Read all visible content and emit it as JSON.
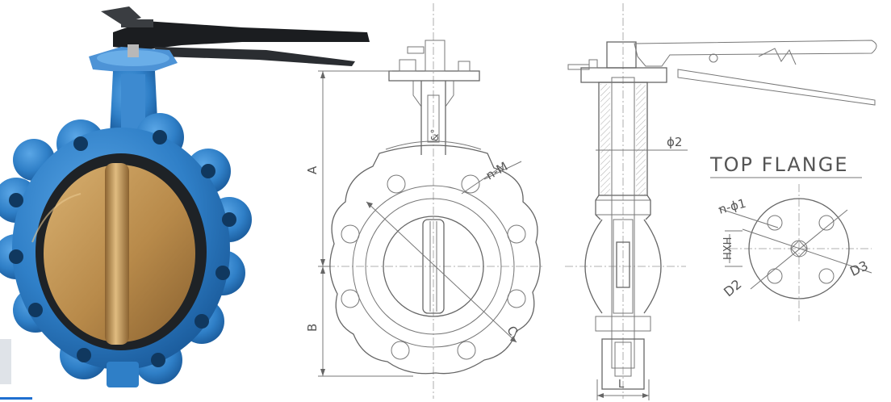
{
  "photo": {
    "body_color": "#2f7fc7",
    "disc_color": "#b88a4a",
    "liner_color": "#1e2226",
    "handle_color": "#1b1d20"
  },
  "front_view": {
    "label_A": "A",
    "label_B": "B",
    "label_C": "C",
    "label_nM": "n-M",
    "label_square": "&°"
  },
  "side_view": {
    "label_phi2": "ϕ2",
    "label_L": "L"
  },
  "top_flange": {
    "title": "TOP FLANGE",
    "label_hole": "n-ϕ1",
    "label_HxH": "HXH",
    "label_D2": "D2",
    "label_D3": "D3"
  },
  "colors": {
    "line": "#707070",
    "hatch": "#8a8a8a",
    "edge_accent": "#1f6fd0"
  }
}
